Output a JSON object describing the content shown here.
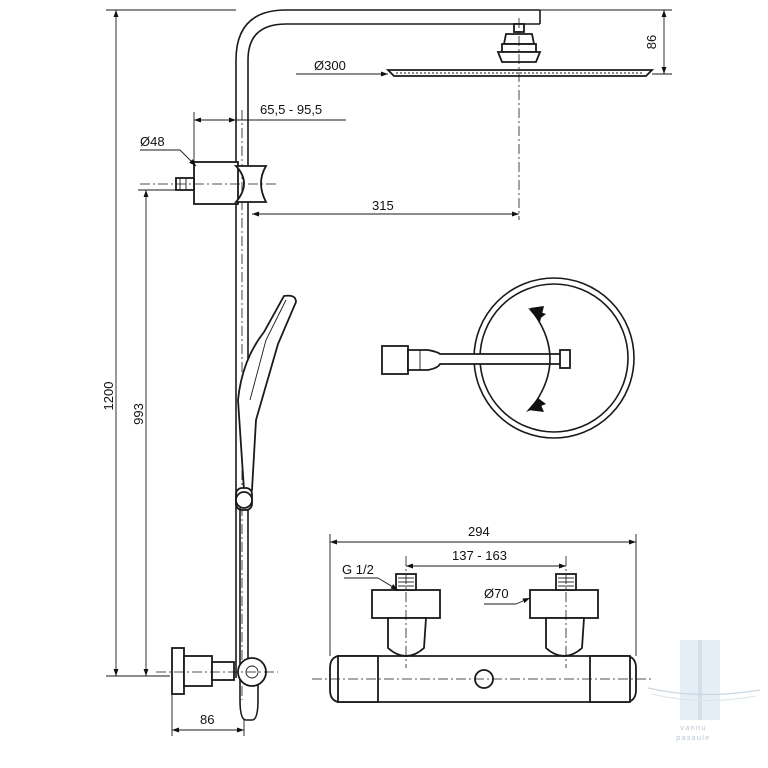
{
  "dimensions": {
    "total_height": "1200",
    "handle_height": "993",
    "head_height": "86",
    "head_diameter": "Ø300",
    "arm_length": "315",
    "arm_adjust": "65,5 - 95,5",
    "bracket_diameter": "Ø48",
    "wall_offset": "86",
    "mixer_width": "294",
    "inlet_spacing": "137 - 163",
    "inlet_thread": "G 1/2",
    "escutcheon_diameter": "Ø70"
  },
  "watermark": {
    "line1": "vannu",
    "line2": "pasaule"
  }
}
